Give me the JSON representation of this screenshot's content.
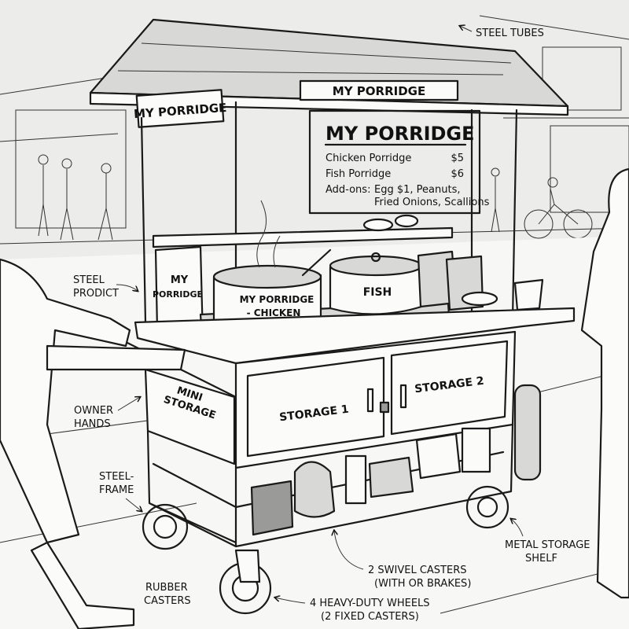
{
  "canopy": {
    "roof_sign": "MY PORRIDGE",
    "side_sign": "MY PORRIDGE"
  },
  "menu": {
    "title": "MY PORRIDGE",
    "items": [
      {
        "name": "Chicken Porridge",
        "price": "$5"
      },
      {
        "name": "Fish Porridge",
        "price": "$6"
      }
    ],
    "addons_label": "Add-ons:",
    "addons_line1": "Egg $1, Peanuts,",
    "addons_line2": "Fried Onions, Scallions"
  },
  "cart": {
    "side_panel": [
      "MY",
      "PORRIDGE"
    ],
    "pot_chicken": [
      "MY PORRIDGE",
      "- CHICKEN"
    ],
    "pot_fish": "FISH",
    "mini_storage": [
      "MINI",
      "STORAGE"
    ],
    "storage1": "STORAGE 1",
    "storage2": "STORAGE 2"
  },
  "callouts": {
    "steel_tubes": "STEEL TUBES",
    "steel_prodict": [
      "STEEL",
      "PRODICT"
    ],
    "owner_hands": [
      "OWNER",
      "HANDS"
    ],
    "steel_frame": [
      "STEEL-",
      "FRAME"
    ],
    "rubber_casters": [
      "RUBBER",
      "CASTERS"
    ],
    "metal_shelf": [
      "METAL STORAGE",
      "SHELF"
    ],
    "swivel": [
      "2 SWIVEL CASTERS",
      "(WITH OR BRAKES)"
    ],
    "wheels": [
      "4 HEAVY-DUTY WHEELS",
      "(2 FIXED CASTERS)"
    ]
  }
}
